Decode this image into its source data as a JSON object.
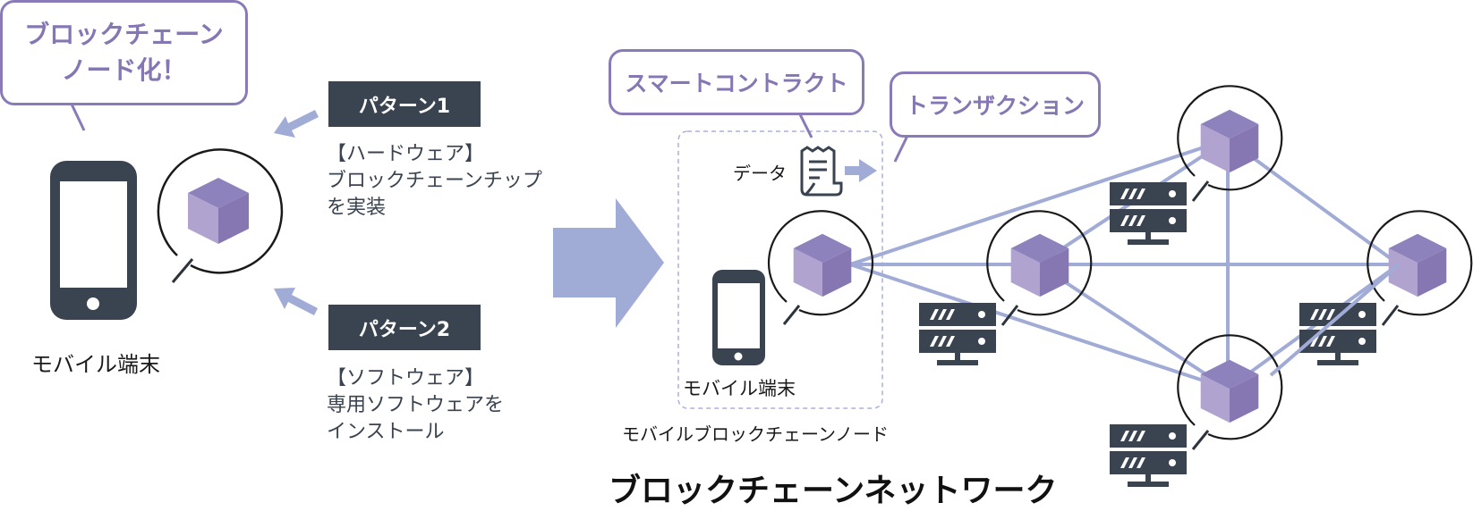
{
  "colors": {
    "accent_purple": "#8a7bb8",
    "cube_top": "#8e82bc",
    "cube_left": "#b0a3d0",
    "cube_right": "#8677b2",
    "link_blue": "#a0abd6",
    "dark": "#3a4350"
  },
  "left": {
    "callout": "ブロックチェーン\nノード化！",
    "device_label": "モバイル端末"
  },
  "patterns": [
    {
      "title": "パターン1",
      "description": "【ハードウェア】\nブロックチェーンチップ\nを実装"
    },
    {
      "title": "パターン2",
      "description": "【ソフトウェア】\n専用ソフトウェアを\nインストール"
    }
  ],
  "mobile_node": {
    "smart_contract_callout": "スマートコントラクト",
    "transaction_callout": "トランザクション",
    "data_label": "データ",
    "device_label": "モバイル端末",
    "group_label": "モバイルブロックチェーンノード"
  },
  "network": {
    "title": "ブロックチェーンネットワーク",
    "nodes": [
      "mobile-node",
      "node-center",
      "node-top",
      "node-right",
      "node-bottom"
    ],
    "links": [
      [
        "mobile-node",
        "node-top"
      ],
      [
        "mobile-node",
        "node-center"
      ],
      [
        "mobile-node",
        "node-right"
      ],
      [
        "mobile-node",
        "node-bottom"
      ],
      [
        "node-center",
        "node-top"
      ],
      [
        "node-center",
        "node-right"
      ],
      [
        "node-center",
        "node-bottom"
      ],
      [
        "node-top",
        "node-right"
      ],
      [
        "node-top",
        "node-bottom"
      ],
      [
        "node-right",
        "node-bottom"
      ]
    ]
  }
}
